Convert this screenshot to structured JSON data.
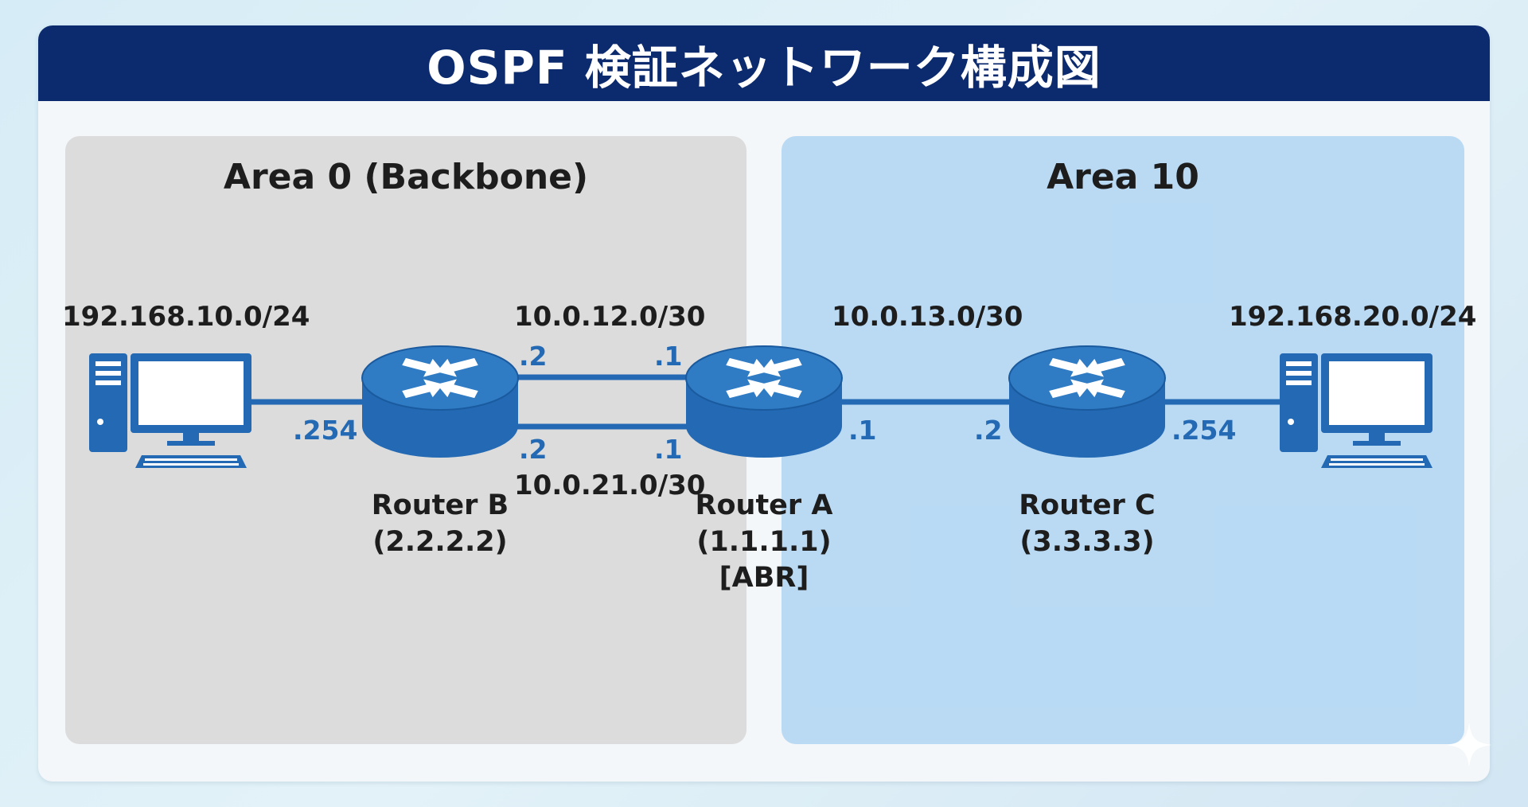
{
  "title": "OSPF 検証ネットワーク構成図",
  "areas": {
    "area0": {
      "label": "Area 0 (Backbone)"
    },
    "area10": {
      "label": "Area 10"
    }
  },
  "subnets": {
    "lan_left": "192.168.10.0/24",
    "link_ab_top": "10.0.12.0/30",
    "link_ab_bottom": "10.0.21.0/30",
    "link_ac": "10.0.13.0/30",
    "lan_right": "192.168.20.0/24"
  },
  "interfaces": {
    "b_lan": ".254",
    "b_top": ".2",
    "a_top": ".1",
    "b_bottom": ".2",
    "a_bottom": ".1",
    "a_c": ".1",
    "c_a": ".2",
    "c_lan": ".254"
  },
  "routers": {
    "router_b": {
      "name": "Router B",
      "id": "(2.2.2.2)"
    },
    "router_a": {
      "name": "Router A",
      "id": "(1.1.1.1)",
      "role": "[ABR]"
    },
    "router_c": {
      "name": "Router C",
      "id": "(3.3.3.3)"
    }
  },
  "colors": {
    "title_bar": "#0c2a6e",
    "device_blue": "#2369b3",
    "area0_bg": "#dcdcdc",
    "area10_bg": "#a9d2f2"
  },
  "icons": {
    "pc_left": "pc-icon",
    "pc_right": "pc-icon",
    "router": "router-icon"
  }
}
